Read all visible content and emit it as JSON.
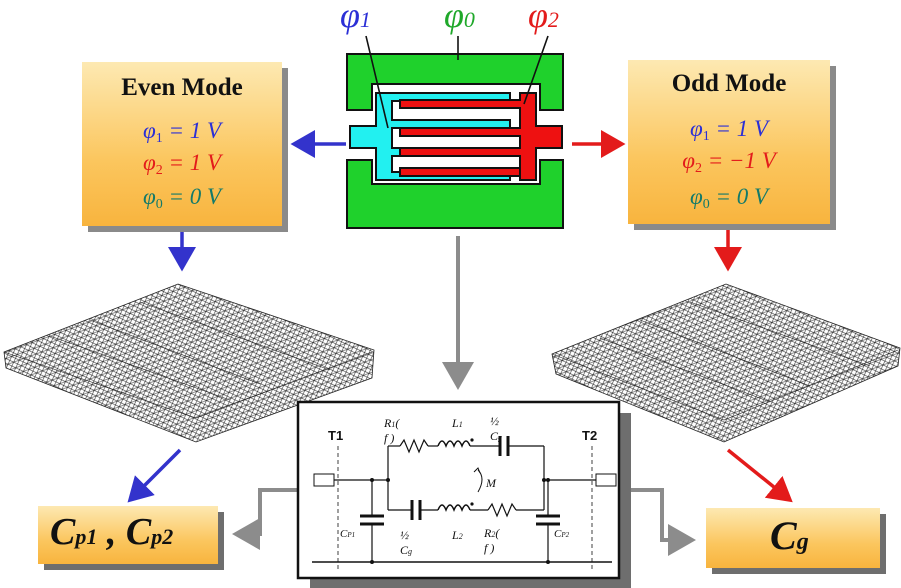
{
  "potentials": {
    "phi1_label": "φ",
    "phi1_sub": "1",
    "phi0_label": "φ",
    "phi0_sub": "0",
    "phi2_label": "φ",
    "phi2_sub": "2"
  },
  "even_mode": {
    "title": "Even Mode",
    "eq1": "= 1 V",
    "eq2": "= 1 V",
    "eq3": "= 0 V"
  },
  "odd_mode": {
    "title": "Odd Mode",
    "eq1": "= 1 V",
    "eq2": "= −1 V",
    "eq3": "= 0 V"
  },
  "symbols": {
    "phi": "φ",
    "sub1": "1",
    "sub2": "2",
    "sub0": "0"
  },
  "outputs": {
    "left": "C",
    "left_sub1": "p1",
    "left_sep": " , C",
    "left_sub2": "p2",
    "right": "C",
    "right_sub": "g"
  },
  "circuit": {
    "t1": "T1",
    "t2": "T2",
    "r1": "R",
    "r1_sub": "1",
    "r1_arg": "( f )",
    "l1": "L",
    "l1_sub": "1",
    "half_cg_top": "½ C",
    "half_cg_top_sub": "g",
    "m": "M",
    "cp1": "C",
    "cp1_sub": "P1",
    "half_cg_bot": "½ C",
    "half_cg_bot_sub": "g",
    "l2": "L",
    "l2_sub": "2",
    "r2": "R",
    "r2_sub": "2",
    "r2_arg": "( f )",
    "cp2": "C",
    "cp2_sub": "P2"
  },
  "colors": {
    "blue_arrow": "#3333cc",
    "red_arrow": "#e31b1b",
    "gray_arrow": "#8c8c8c",
    "ground_green": "#1fd12c",
    "conductor1_cyan": "#22f0f0",
    "conductor2_red": "#ee1111"
  }
}
